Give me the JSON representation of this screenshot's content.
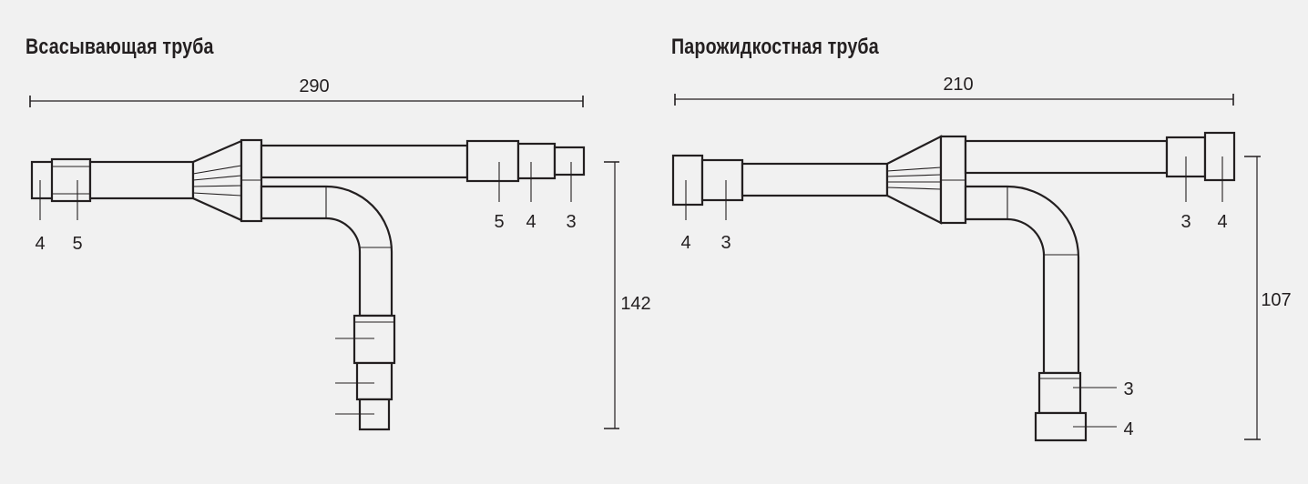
{
  "left": {
    "title": "Всасывающая труба",
    "width_dim": "290",
    "height_dim": "142",
    "callouts": [
      "4",
      "5",
      "5",
      "4",
      "3"
    ]
  },
  "right": {
    "title": "Парожидкостная труба",
    "width_dim": "210",
    "height_dim": "107",
    "callouts": [
      "4",
      "3",
      "3",
      "4",
      "3",
      "4"
    ]
  },
  "colors": {
    "background": "#f1f1f1",
    "line": "#231f20"
  }
}
